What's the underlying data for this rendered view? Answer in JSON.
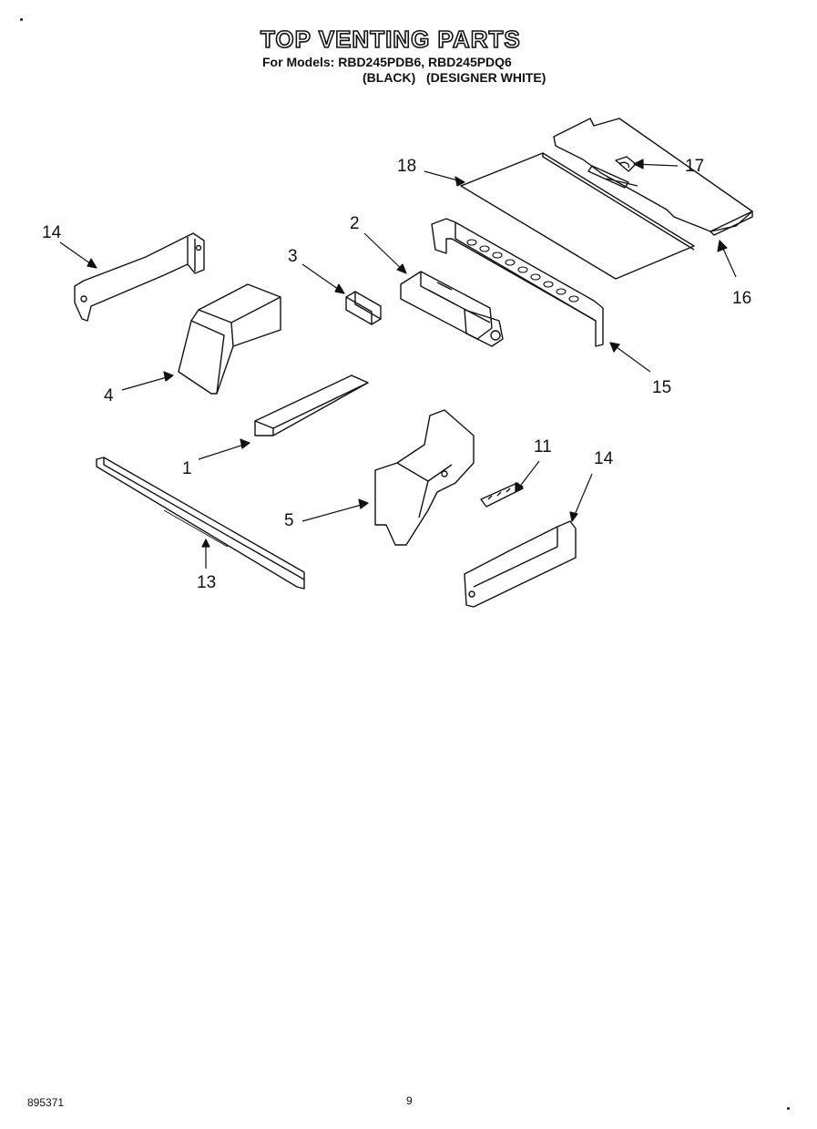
{
  "title": "TOP VENTING PARTS",
  "models": {
    "line1": "For Models: RBD245PDB6, RBD245PDQ6",
    "line2": "(BLACK)   (DESIGNER WHITE)"
  },
  "callouts": {
    "c1": "1",
    "c2": "2",
    "c3": "3",
    "c4": "4",
    "c5": "5",
    "c11": "11",
    "c13": "13",
    "c14a": "14",
    "c14b": "14",
    "c15": "15",
    "c16": "16",
    "c17": "17",
    "c18": "18"
  },
  "footer": {
    "doc_number": "895371",
    "page": "9"
  }
}
